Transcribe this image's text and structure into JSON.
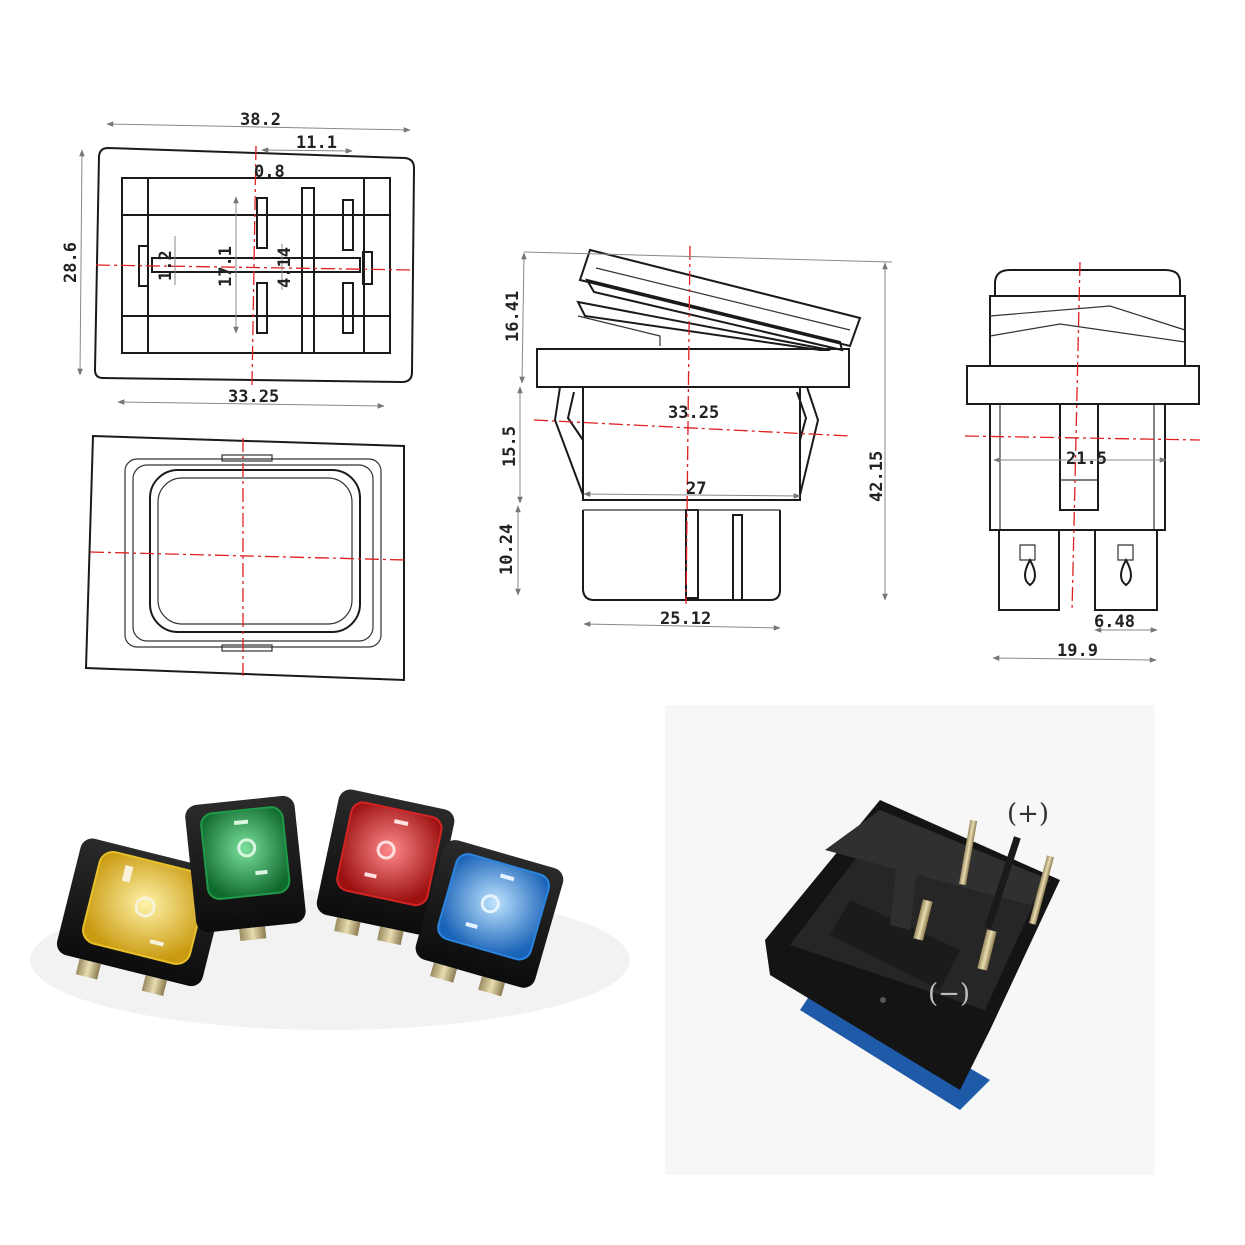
{
  "drawings": {
    "top_view": {
      "width": "38.2",
      "pin_offset": "11.1",
      "pin_gap": "0.8",
      "height": "28.6",
      "pin_width": "1.2",
      "pin_span": "17.1",
      "pin_pitch": "4.14",
      "base_width": "33.25"
    },
    "side_view": {
      "rocker_height": "16.41",
      "body_width": "33.25",
      "body_height": "15.5",
      "inner_width": "27",
      "total_height": "42.15",
      "terminal_height": "10.24",
      "bottom_width": "25.12"
    },
    "end_view": {
      "terminal_span": "21.5",
      "terminal_width": "6.48",
      "base_width": "19.9"
    }
  },
  "photos": {
    "switches": [
      {
        "color_name": "yellow",
        "color": "#e8c02a"
      },
      {
        "color_name": "green",
        "color": "#1f9a48"
      },
      {
        "color_name": "red",
        "color": "#d42424"
      },
      {
        "color_name": "blue",
        "color": "#2a86e0"
      }
    ],
    "polarity": {
      "positive": "(+)",
      "negative": "(−)"
    }
  }
}
